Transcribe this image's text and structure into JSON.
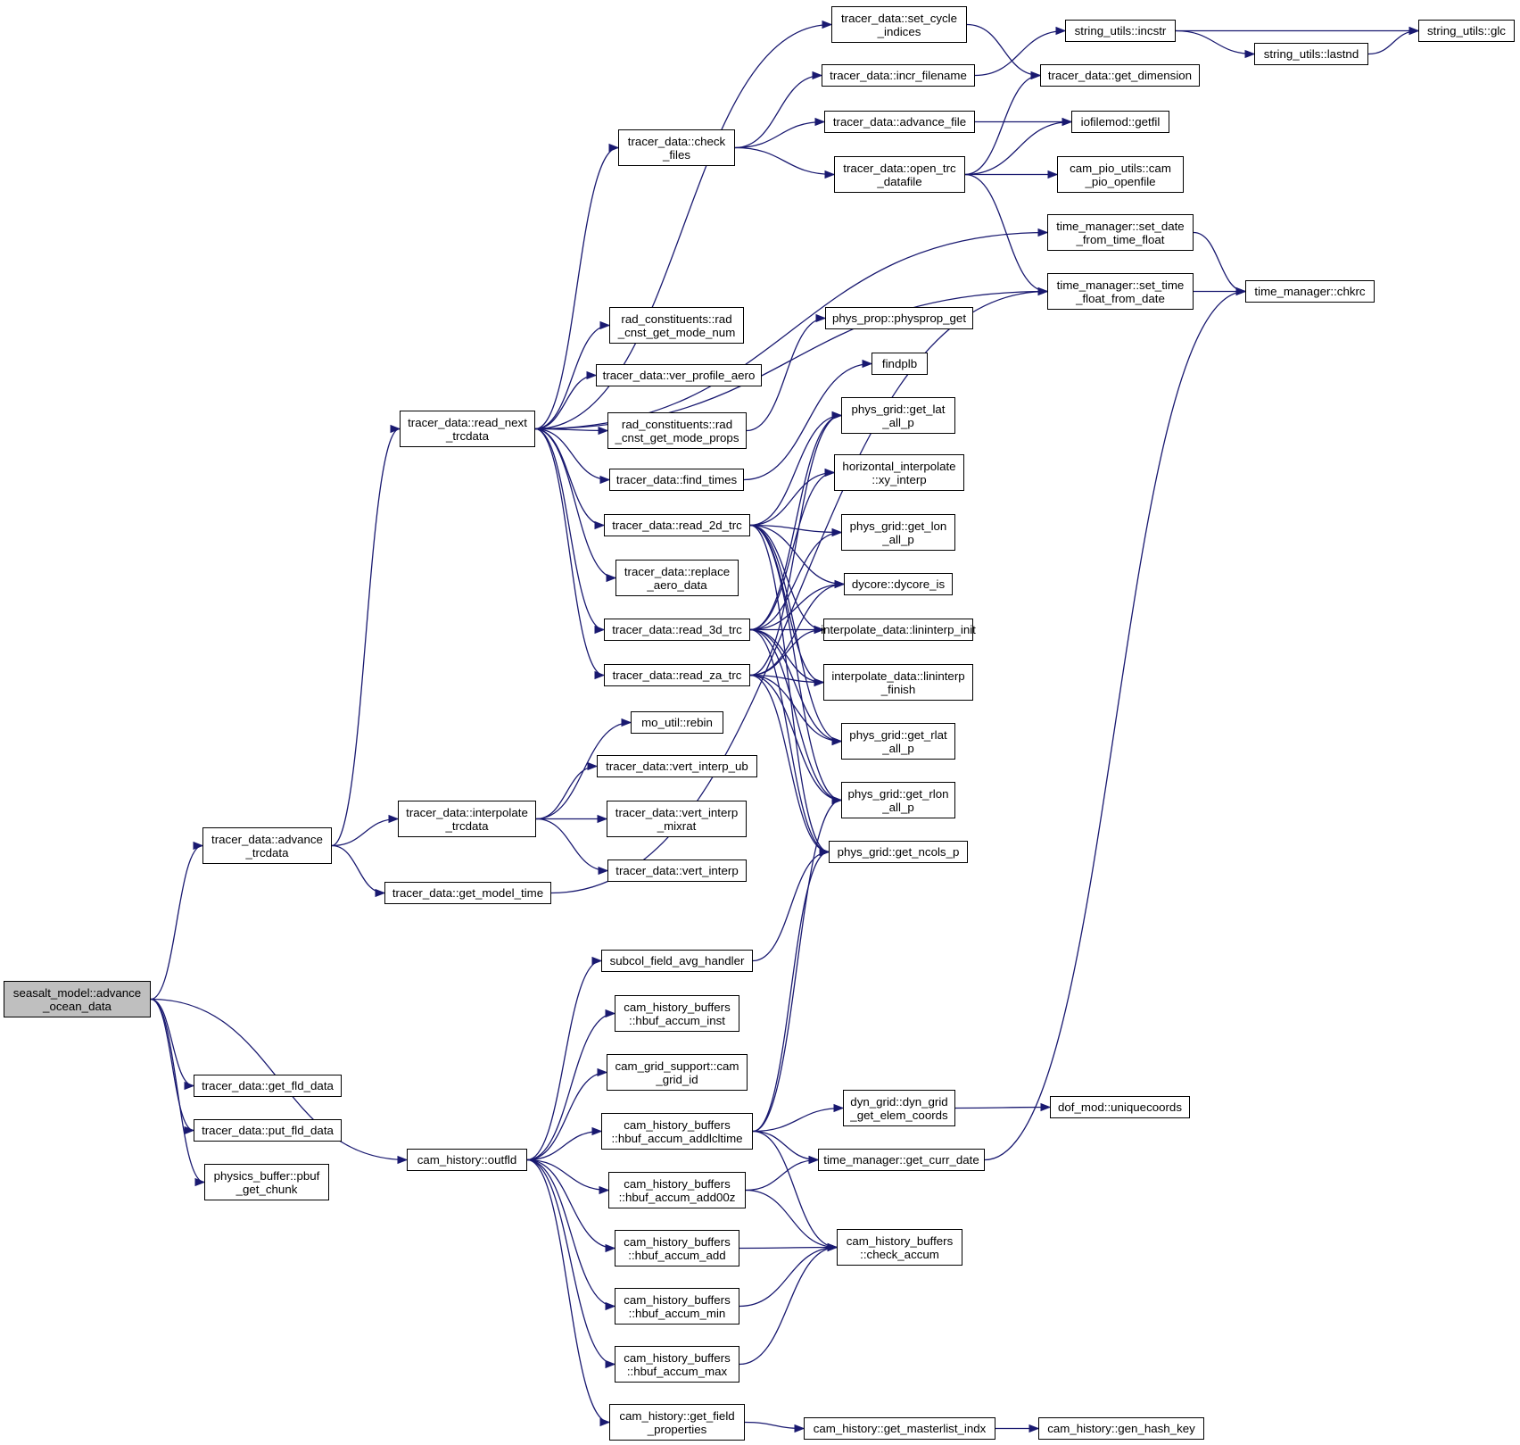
{
  "colors": {
    "edge": "#191970",
    "node_border": "#000000",
    "root_fill": "#bfbfbf",
    "node_fill": "#ffffff"
  },
  "nodes": {
    "seasalt_advance": {
      "lines": [
        "seasalt_model::advance",
        "_ocean_data"
      ],
      "root": true
    },
    "get_fld_data": {
      "lines": [
        "tracer_data::get_fld_data"
      ]
    },
    "put_fld_data": {
      "lines": [
        "tracer_data::put_fld_data"
      ]
    },
    "pbuf_get_chunk": {
      "lines": [
        "physics_buffer::pbuf",
        "_get_chunk"
      ]
    },
    "advance_trcdata": {
      "lines": [
        "tracer_data::advance",
        "_trcdata"
      ]
    },
    "outfld": {
      "lines": [
        "cam_history::outfld"
      ]
    },
    "read_next_trcdata": {
      "lines": [
        "tracer_data::read_next",
        "_trcdata"
      ]
    },
    "interpolate_trcdata": {
      "lines": [
        "tracer_data::interpolate",
        "_trcdata"
      ]
    },
    "get_model_time": {
      "lines": [
        "tracer_data::get_model_time"
      ]
    },
    "set_cycle_indices": {
      "lines": [
        "tracer_data::set_cycle",
        "_indices"
      ]
    },
    "incr_filename": {
      "lines": [
        "tracer_data::incr_filename"
      ]
    },
    "check_files": {
      "lines": [
        "tracer_data::check",
        "_files"
      ]
    },
    "advance_file": {
      "lines": [
        "tracer_data::advance_file"
      ]
    },
    "open_trc_datafile": {
      "lines": [
        "tracer_data::open_trc",
        "_datafile"
      ]
    },
    "rad_cnst_get_mode_num": {
      "lines": [
        "rad_constituents::rad",
        "_cnst_get_mode_num"
      ]
    },
    "ver_profile_aero": {
      "lines": [
        "tracer_data::ver_profile_aero"
      ]
    },
    "rad_cnst_get_mode_props": {
      "lines": [
        "rad_constituents::rad",
        "_cnst_get_mode_props"
      ]
    },
    "find_times": {
      "lines": [
        "tracer_data::find_times"
      ]
    },
    "read_2d_trc": {
      "lines": [
        "tracer_data::read_2d_trc"
      ]
    },
    "replace_aero_data": {
      "lines": [
        "tracer_data::replace",
        "_aero_data"
      ]
    },
    "read_3d_trc": {
      "lines": [
        "tracer_data::read_3d_trc"
      ]
    },
    "read_za_trc": {
      "lines": [
        "tracer_data::read_za_trc"
      ]
    },
    "mo_util_rebin": {
      "lines": [
        "mo_util::rebin"
      ]
    },
    "vert_interp_ub": {
      "lines": [
        "tracer_data::vert_interp_ub"
      ]
    },
    "vert_interp_mixrat": {
      "lines": [
        "tracer_data::vert_interp",
        "_mixrat"
      ]
    },
    "vert_interp": {
      "lines": [
        "tracer_data::vert_interp"
      ]
    },
    "subcol_field_avg_handler": {
      "lines": [
        "subcol_field_avg_handler"
      ]
    },
    "hbuf_accum_inst": {
      "lines": [
        "cam_history_buffers",
        "::hbuf_accum_inst"
      ]
    },
    "cam_grid_id": {
      "lines": [
        "cam_grid_support::cam",
        "_grid_id"
      ]
    },
    "hbuf_accum_addlcltime": {
      "lines": [
        "cam_history_buffers",
        "::hbuf_accum_addlcltime"
      ]
    },
    "hbuf_accum_add00z": {
      "lines": [
        "cam_history_buffers",
        "::hbuf_accum_add00z"
      ]
    },
    "hbuf_accum_add": {
      "lines": [
        "cam_history_buffers",
        "::hbuf_accum_add"
      ]
    },
    "hbuf_accum_min": {
      "lines": [
        "cam_history_buffers",
        "::hbuf_accum_min"
      ]
    },
    "hbuf_accum_max": {
      "lines": [
        "cam_history_buffers",
        "::hbuf_accum_max"
      ]
    },
    "get_field_properties": {
      "lines": [
        "cam_history::get_field",
        "_properties"
      ]
    },
    "get_dimension": {
      "lines": [
        "tracer_data::get_dimension"
      ]
    },
    "getfil": {
      "lines": [
        "iofilemod::getfil"
      ]
    },
    "cam_pio_openfile": {
      "lines": [
        "cam_pio_utils::cam",
        "_pio_openfile"
      ]
    },
    "set_date_from_time_float": {
      "lines": [
        "time_manager::set_date",
        "_from_time_float"
      ]
    },
    "set_time_float_from_date": {
      "lines": [
        "time_manager::set_time",
        "_float_from_date"
      ]
    },
    "physprop_get": {
      "lines": [
        "phys_prop::physprop_get"
      ]
    },
    "findplb": {
      "lines": [
        "findplb"
      ]
    },
    "get_lat_all_p": {
      "lines": [
        "phys_grid::get_lat",
        "_all_p"
      ]
    },
    "xy_interp": {
      "lines": [
        "horizontal_interpolate",
        "::xy_interp"
      ]
    },
    "get_lon_all_p": {
      "lines": [
        "phys_grid::get_lon",
        "_all_p"
      ]
    },
    "dycore_is": {
      "lines": [
        "dycore::dycore_is"
      ]
    },
    "lininterp_init": {
      "lines": [
        "interpolate_data::lininterp_init"
      ]
    },
    "lininterp_finish": {
      "lines": [
        "interpolate_data::lininterp",
        "_finish"
      ]
    },
    "get_rlat_all_p": {
      "lines": [
        "phys_grid::get_rlat",
        "_all_p"
      ]
    },
    "get_rlon_all_p": {
      "lines": [
        "phys_grid::get_rlon",
        "_all_p"
      ]
    },
    "get_ncols_p": {
      "lines": [
        "phys_grid::get_ncols_p"
      ]
    },
    "dyn_grid_get_elem_coords": {
      "lines": [
        "dyn_grid::dyn_grid",
        "_get_elem_coords"
      ]
    },
    "get_curr_date": {
      "lines": [
        "time_manager::get_curr_date"
      ]
    },
    "check_accum": {
      "lines": [
        "cam_history_buffers",
        "::check_accum"
      ]
    },
    "get_masterlist_indx": {
      "lines": [
        "cam_history::get_masterlist_indx"
      ]
    },
    "incstr": {
      "lines": [
        "string_utils::incstr"
      ]
    },
    "lastnd": {
      "lines": [
        "string_utils::lastnd"
      ]
    },
    "glc": {
      "lines": [
        "string_utils::glc"
      ]
    },
    "chkrc": {
      "lines": [
        "time_manager::chkrc"
      ]
    },
    "uniquecoords": {
      "lines": [
        "dof_mod::uniquecoords"
      ]
    },
    "gen_hash_key": {
      "lines": [
        "cam_history::gen_hash_key"
      ]
    }
  },
  "edges": [
    [
      "seasalt_advance",
      "advance_trcdata"
    ],
    [
      "seasalt_advance",
      "get_fld_data"
    ],
    [
      "seasalt_advance",
      "put_fld_data"
    ],
    [
      "seasalt_advance",
      "pbuf_get_chunk"
    ],
    [
      "seasalt_advance",
      "outfld"
    ],
    [
      "advance_trcdata",
      "read_next_trcdata"
    ],
    [
      "advance_trcdata",
      "interpolate_trcdata"
    ],
    [
      "advance_trcdata",
      "get_model_time"
    ],
    [
      "read_next_trcdata",
      "set_cycle_indices"
    ],
    [
      "read_next_trcdata",
      "check_files"
    ],
    [
      "read_next_trcdata",
      "set_date_from_time_float"
    ],
    [
      "read_next_trcdata",
      "set_time_float_from_date"
    ],
    [
      "read_next_trcdata",
      "rad_cnst_get_mode_num"
    ],
    [
      "read_next_trcdata",
      "ver_profile_aero"
    ],
    [
      "read_next_trcdata",
      "rad_cnst_get_mode_props"
    ],
    [
      "read_next_trcdata",
      "find_times"
    ],
    [
      "read_next_trcdata",
      "read_2d_trc"
    ],
    [
      "read_next_trcdata",
      "replace_aero_data"
    ],
    [
      "read_next_trcdata",
      "read_3d_trc"
    ],
    [
      "read_next_trcdata",
      "read_za_trc"
    ],
    [
      "check_files",
      "incr_filename"
    ],
    [
      "check_files",
      "advance_file"
    ],
    [
      "check_files",
      "open_trc_datafile"
    ],
    [
      "set_cycle_indices",
      "get_dimension"
    ],
    [
      "incr_filename",
      "incstr"
    ],
    [
      "advance_file",
      "getfil"
    ],
    [
      "open_trc_datafile",
      "get_dimension"
    ],
    [
      "open_trc_datafile",
      "getfil"
    ],
    [
      "open_trc_datafile",
      "cam_pio_openfile"
    ],
    [
      "open_trc_datafile",
      "set_time_float_from_date"
    ],
    [
      "incstr",
      "glc"
    ],
    [
      "incstr",
      "lastnd"
    ],
    [
      "lastnd",
      "glc"
    ],
    [
      "set_date_from_time_float",
      "chkrc"
    ],
    [
      "set_time_float_from_date",
      "chkrc"
    ],
    [
      "rad_cnst_get_mode_props",
      "physprop_get"
    ],
    [
      "find_times",
      "findplb"
    ],
    [
      "read_2d_trc",
      "get_lat_all_p"
    ],
    [
      "read_2d_trc",
      "xy_interp"
    ],
    [
      "read_2d_trc",
      "get_lon_all_p"
    ],
    [
      "read_2d_trc",
      "dycore_is"
    ],
    [
      "read_2d_trc",
      "lininterp_init"
    ],
    [
      "read_2d_trc",
      "lininterp_finish"
    ],
    [
      "read_2d_trc",
      "get_rlat_all_p"
    ],
    [
      "read_2d_trc",
      "get_rlon_all_p"
    ],
    [
      "read_2d_trc",
      "get_ncols_p"
    ],
    [
      "read_3d_trc",
      "get_lat_all_p"
    ],
    [
      "read_3d_trc",
      "xy_interp"
    ],
    [
      "read_3d_trc",
      "get_lon_all_p"
    ],
    [
      "read_3d_trc",
      "dycore_is"
    ],
    [
      "read_3d_trc",
      "lininterp_init"
    ],
    [
      "read_3d_trc",
      "lininterp_finish"
    ],
    [
      "read_3d_trc",
      "get_rlat_all_p"
    ],
    [
      "read_3d_trc",
      "get_rlon_all_p"
    ],
    [
      "read_3d_trc",
      "get_ncols_p"
    ],
    [
      "read_za_trc",
      "get_lat_all_p"
    ],
    [
      "read_za_trc",
      "dycore_is"
    ],
    [
      "read_za_trc",
      "lininterp_init"
    ],
    [
      "read_za_trc",
      "lininterp_finish"
    ],
    [
      "read_za_trc",
      "get_rlat_all_p"
    ],
    [
      "read_za_trc",
      "get_rlon_all_p"
    ],
    [
      "read_za_trc",
      "get_ncols_p"
    ],
    [
      "interpolate_trcdata",
      "mo_util_rebin"
    ],
    [
      "interpolate_trcdata",
      "vert_interp_ub"
    ],
    [
      "interpolate_trcdata",
      "vert_interp_mixrat"
    ],
    [
      "interpolate_trcdata",
      "vert_interp"
    ],
    [
      "get_model_time",
      "set_time_float_from_date"
    ],
    [
      "outfld",
      "subcol_field_avg_handler"
    ],
    [
      "outfld",
      "hbuf_accum_inst"
    ],
    [
      "outfld",
      "cam_grid_id"
    ],
    [
      "outfld",
      "hbuf_accum_addlcltime"
    ],
    [
      "outfld",
      "hbuf_accum_add00z"
    ],
    [
      "outfld",
      "hbuf_accum_add"
    ],
    [
      "outfld",
      "hbuf_accum_min"
    ],
    [
      "outfld",
      "hbuf_accum_max"
    ],
    [
      "outfld",
      "get_field_properties"
    ],
    [
      "subcol_field_avg_handler",
      "get_ncols_p"
    ],
    [
      "hbuf_accum_addlcltime",
      "get_rlon_all_p"
    ],
    [
      "hbuf_accum_addlcltime",
      "get_ncols_p"
    ],
    [
      "hbuf_accum_addlcltime",
      "dyn_grid_get_elem_coords"
    ],
    [
      "hbuf_accum_addlcltime",
      "get_curr_date"
    ],
    [
      "hbuf_accum_addlcltime",
      "check_accum"
    ],
    [
      "hbuf_accum_add00z",
      "get_curr_date"
    ],
    [
      "hbuf_accum_add00z",
      "check_accum"
    ],
    [
      "hbuf_accum_add",
      "check_accum"
    ],
    [
      "hbuf_accum_min",
      "check_accum"
    ],
    [
      "hbuf_accum_max",
      "check_accum"
    ],
    [
      "dyn_grid_get_elem_coords",
      "uniquecoords"
    ],
    [
      "get_curr_date",
      "chkrc"
    ],
    [
      "get_field_properties",
      "get_masterlist_indx"
    ],
    [
      "get_masterlist_indx",
      "gen_hash_key"
    ]
  ]
}
